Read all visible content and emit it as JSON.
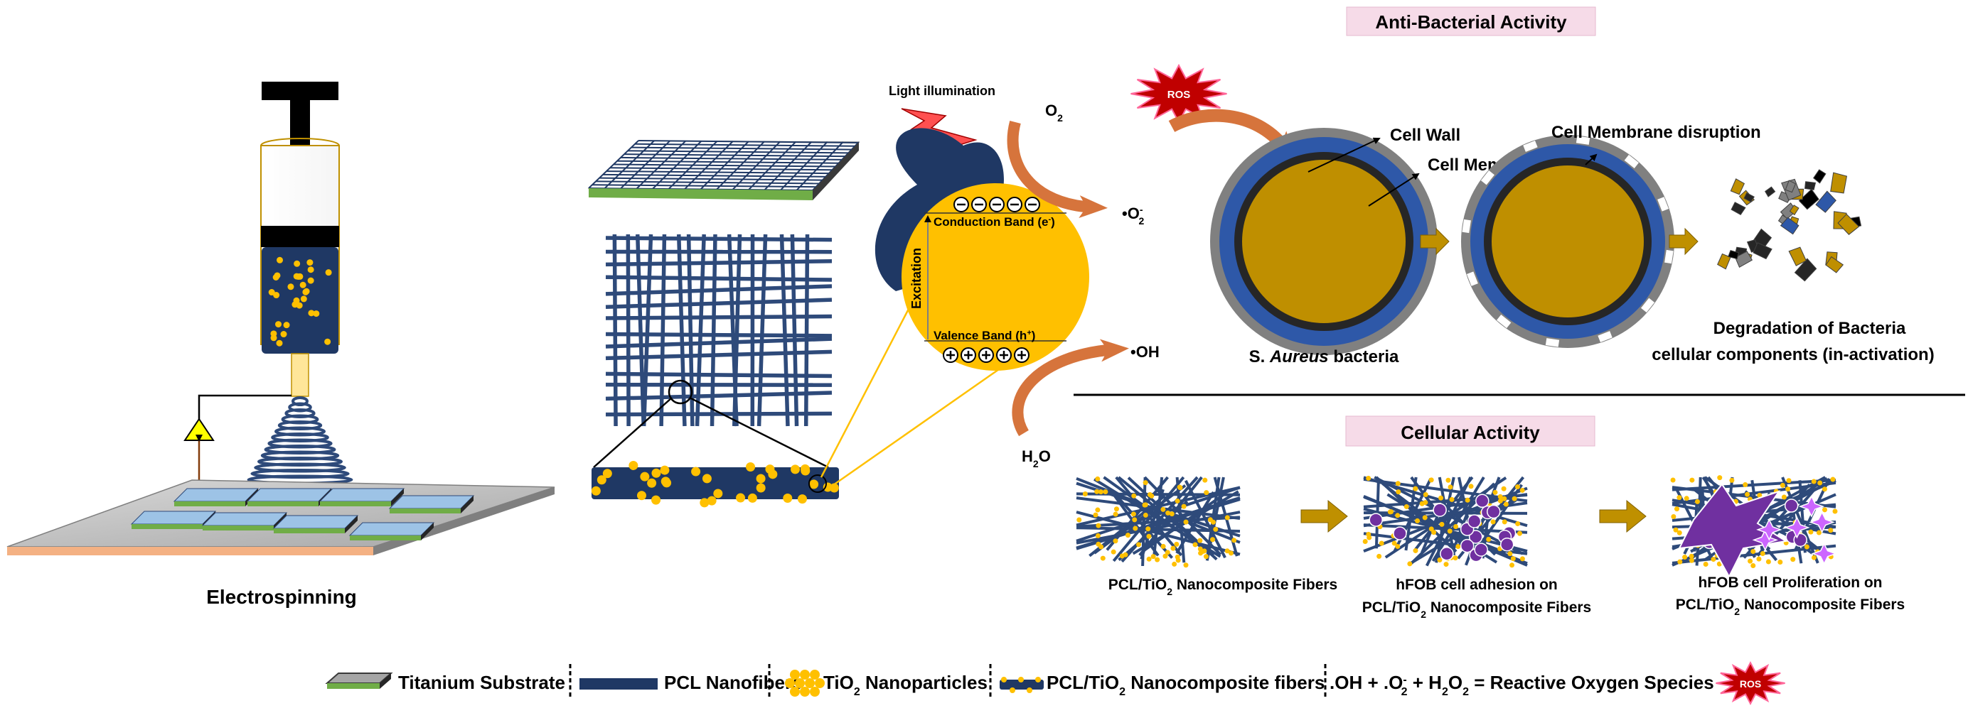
{
  "panels": {
    "electrospinning": {
      "label": "Electrospinning"
    },
    "photocatalysis": {
      "light_label": "Light illumination",
      "oxygen": "O",
      "oxygen_sub": "2",
      "superoxide": "•O",
      "superoxide_sup": "-",
      "superoxide_sub": "2",
      "conduction_band": "Conduction Band (e",
      "conduction_sup": "-",
      "close_paren": ")",
      "valence_band": "Valence Band (h",
      "valence_sup": "+",
      "excitation": "Excitation",
      "hydroxyl": "•OH",
      "water": "H",
      "water_sub": "2",
      "water_o": "O"
    },
    "antibacterial": {
      "title": "Anti-Bacterial Activity",
      "ros_badge": "ROS",
      "cell_wall": "Cell Wall",
      "cell_membrane": "Cell Membrane",
      "disruption": "Cell Membrane disruption",
      "bacteria_prefix": "S. ",
      "bacteria_italic": "Aureus",
      "bacteria_suffix": " bacteria",
      "degradation_line1": "Degradation of Bacteria",
      "degradation_line2": "cellular components (in-activation)"
    },
    "cellular": {
      "title": "Cellular Activity",
      "stage1_a": "PCL/TiO",
      "stage1_sub": "2",
      "stage1_b": " Nanocomposite Fibers",
      "stage2_line1": "hFOB cell adhesion on",
      "stage2_a": "PCL/TiO",
      "stage2_sub": "2",
      "stage2_b": " Nanocomposite Fibers",
      "stage3_line1": "hFOB cell Proliferation on",
      "stage3_a": "PCL/TiO",
      "stage3_sub": "2",
      "stage3_b": " Nanocomposite Fibers"
    }
  },
  "legend": {
    "titanium": "Titanium Substrate",
    "pcl": "PCL Nanofibers",
    "tio2_a": "TiO",
    "tio2_sub": "2",
    "tio2_b": " Nanoparticles",
    "composite_a": "PCL/TiO",
    "composite_sub": "2",
    "composite_b": " Nanocomposite fibers",
    "ros_eq_a": ".OH + .O",
    "ros_eq_sup": "-",
    "ros_eq_sub": "2",
    "ros_eq_b": " + H",
    "ros_eq_sub2": "2",
    "ros_eq_c": "O",
    "ros_eq_sub3": "2",
    "ros_eq_d": "  = Reactive Oxygen Species",
    "ros_badge": "ROS"
  },
  "colors": {
    "navy": "#1f3864",
    "fiber_blue": "#2e4a7a",
    "tio2_yellow": "#ffc000",
    "green": "#70ad47",
    "orange_arrow": "#d6743c",
    "ros_red": "#c00000",
    "title_pink": "#f6dbe8",
    "membrane_blue": "#2e58a8",
    "cytoplasm": "#bf8f00",
    "hfob_purple": "#7030a0"
  }
}
